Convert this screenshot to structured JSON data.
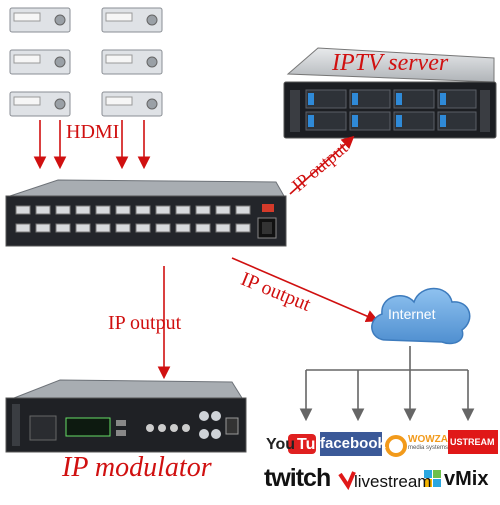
{
  "labels": {
    "hdmi": "HDMI",
    "iptv_server": "IPTV server",
    "ip_output_server": "IP output",
    "ip_output_internet": "IP output",
    "ip_output_modulator": "IP output",
    "internet": "Internet",
    "ip_modulator": "IP modulator"
  },
  "logos": {
    "youtube_you": "You",
    "youtube_tube": "Tube",
    "facebook": "facebook",
    "wowza": "WOWZA",
    "wowza_sub": "media systems",
    "ustream": "USTREAM",
    "twitch": "twitch",
    "livestream": "livestream",
    "vmix": "vMix"
  },
  "colors": {
    "accent_red": "#d01010",
    "cloud_blue": "#6aa8e0",
    "device_dark": "#222428",
    "panel_gray": "#b8bcc0"
  },
  "sources": {
    "count": 6
  },
  "encoder": {
    "hdmi_port_count": 24
  }
}
